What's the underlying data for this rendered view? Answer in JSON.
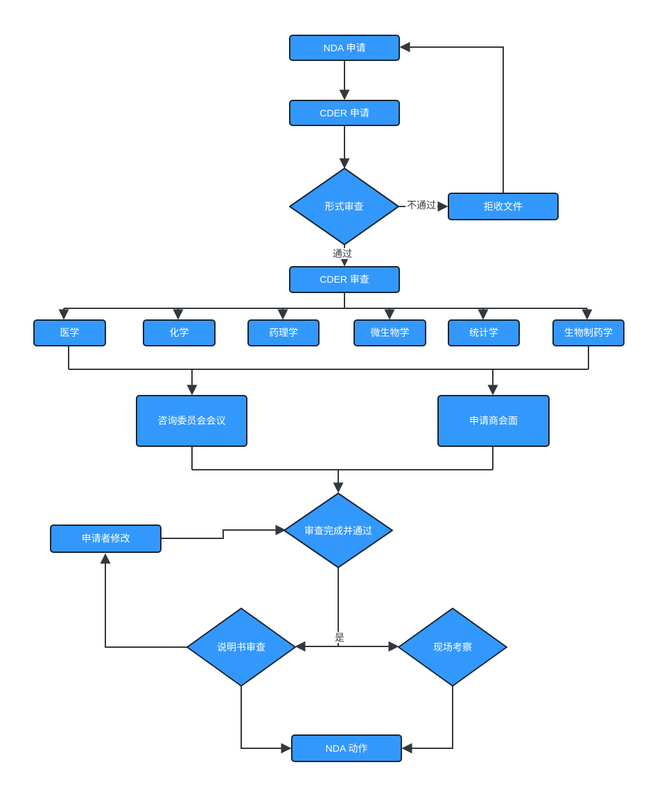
{
  "diagram": {
    "type": "flowchart",
    "colors": {
      "node_fill": "#3398fc",
      "node_border": "#1a2633",
      "connector": "#33383d",
      "edge_label_text": "#3a3f44",
      "node_text": "#ffffff",
      "background": "#ffffff"
    },
    "nodes": {
      "nda_apply": {
        "label": "NDA 申请",
        "type": "process"
      },
      "cder_apply": {
        "label": "CDER 申请",
        "type": "process"
      },
      "form_review": {
        "label": "形式审查",
        "type": "decision"
      },
      "reject_docs": {
        "label": "拒收文件",
        "type": "process"
      },
      "cder_review": {
        "label": "CDER 审查",
        "type": "process"
      },
      "medicine": {
        "label": "医学",
        "type": "process"
      },
      "chemistry": {
        "label": "化学",
        "type": "process"
      },
      "pharmacology": {
        "label": "药理学",
        "type": "process"
      },
      "microbiology": {
        "label": "微生物学",
        "type": "process"
      },
      "statistics": {
        "label": "统计学",
        "type": "process"
      },
      "biopharmaceutics": {
        "label": "生物制药学",
        "type": "process"
      },
      "advisory_committee": {
        "label": "咨询委员会会议",
        "type": "process"
      },
      "applicant_meeting": {
        "label": "申请商会面",
        "type": "process"
      },
      "review_complete": {
        "label": "审查完成并通过",
        "type": "decision"
      },
      "applicant_modify": {
        "label": "申请者修改",
        "type": "process"
      },
      "label_review": {
        "label": "说明书审查",
        "type": "decision"
      },
      "site_inspection": {
        "label": "现场考察",
        "type": "decision"
      },
      "nda_action": {
        "label": "NDA 动作",
        "type": "process"
      }
    },
    "edge_labels": {
      "fail": "不通过",
      "pass": "通过",
      "yes": "是"
    }
  }
}
